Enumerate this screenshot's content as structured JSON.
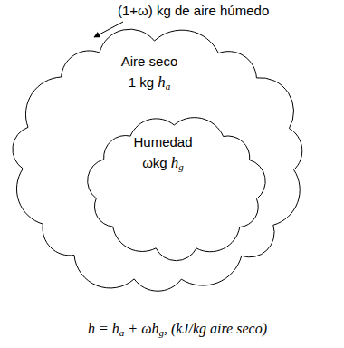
{
  "diagram": {
    "nodes": [
      {
        "text": [
          "Aire seco 1 kg ha"
        ]
      },
      {
        "text": [
          "Humedad ωkg hg"
        ],
        "in": 0
      }
    ],
    "labels": [
      "(1+ω) kg de aire húmedo",
      "h = ha + ωhg, (kJ/kg aire seco)"
    ]
  }
}
